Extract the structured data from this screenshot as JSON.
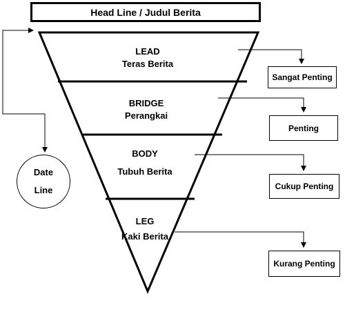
{
  "headline": "Head Line / Judul Berita",
  "segments": [
    {
      "title": "LEAD",
      "subtitle": "Teras Berita",
      "importance": "Sangat Penting"
    },
    {
      "title": "BRIDGE",
      "subtitle": "Perangkai",
      "importance": "Penting"
    },
    {
      "title": "BODY",
      "subtitle": "Tubuh Berita",
      "importance": "Cukup Penting"
    },
    {
      "title": "LEG",
      "subtitle": "Kaki Berita",
      "importance": "Kurang Penting"
    }
  ],
  "dateline": {
    "line1": "Date",
    "line2": "Line"
  }
}
